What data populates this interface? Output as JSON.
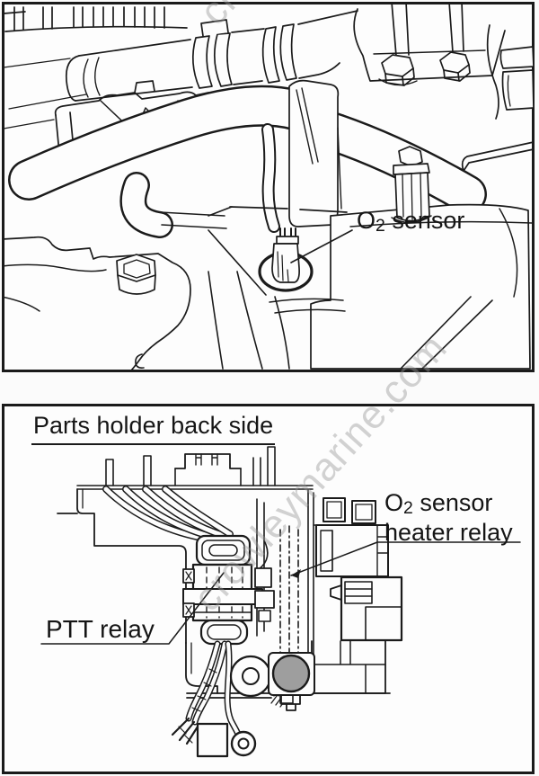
{
  "page": {
    "line_color": "#1b1b1b",
    "background": "#fbfbfb"
  },
  "watermark": {
    "text": "crowleymarine.com",
    "color": "rgba(148,148,148,0.42)"
  },
  "top_panel": {
    "o2_label": {
      "o": "O",
      "sub": "2",
      "rest": " sensor"
    }
  },
  "bottom_panel": {
    "title": "Parts holder back side",
    "heater_label": {
      "o": "O",
      "sub": "2",
      "rest": " sensor",
      "line2": "heater relay"
    },
    "ptt_label": "PTT relay",
    "gray_part_color": "#9e9e9e"
  }
}
